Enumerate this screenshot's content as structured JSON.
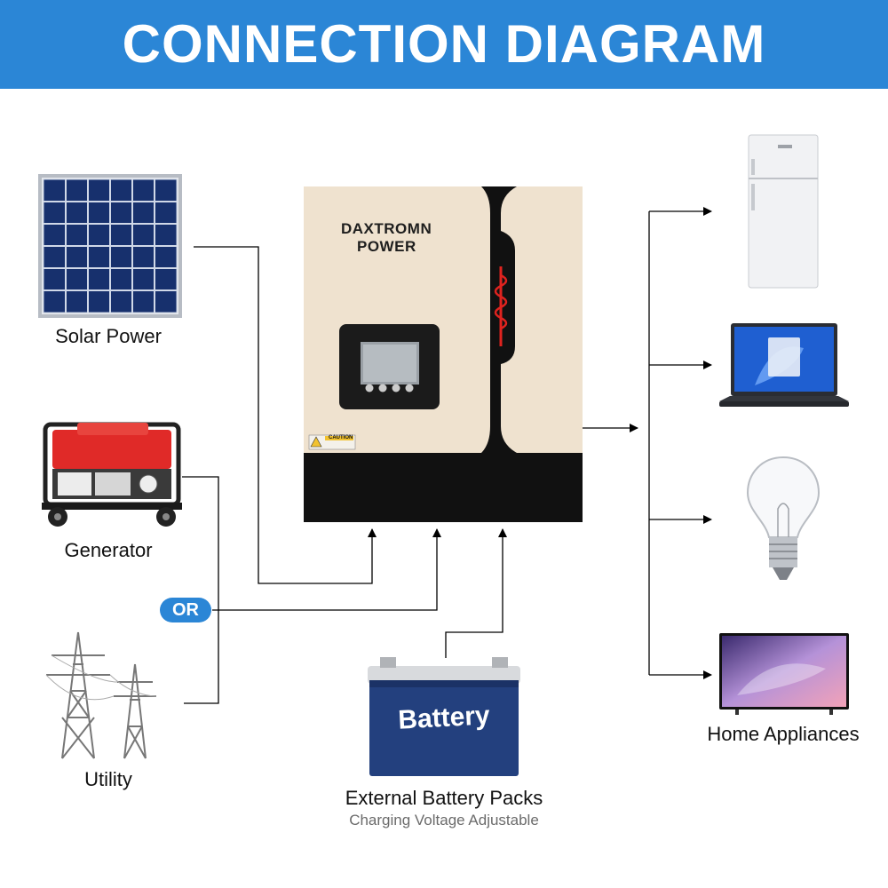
{
  "title": "CONNECTION DIAGRAM",
  "inputs": {
    "solar": "Solar Power",
    "generator": "Generator",
    "or_badge": "OR",
    "utility": "Utility"
  },
  "inverter": {
    "brand_line1": "DAXTROMN",
    "brand_line2": "POWER",
    "caution": "CAUTION"
  },
  "battery": {
    "label_on_device": "Battery",
    "caption": "External Battery Packs",
    "subcaption": "Charging Voltage Adjustable"
  },
  "outputs": {
    "caption": "Home Appliances",
    "items": [
      "refrigerator",
      "laptop",
      "light-bulb",
      "television"
    ]
  },
  "colors": {
    "banner": "#2b86d6",
    "inverter_body": "#efe2cf",
    "inverter_dark": "#111111",
    "accent_red": "#e0231f",
    "battery_blue": "#23407e"
  },
  "icons": [
    "solar-panel-icon",
    "generator-icon",
    "power-tower-icon",
    "refrigerator-icon",
    "laptop-icon",
    "light-bulb-icon",
    "tv-icon",
    "battery-icon",
    "inverter-icon"
  ]
}
